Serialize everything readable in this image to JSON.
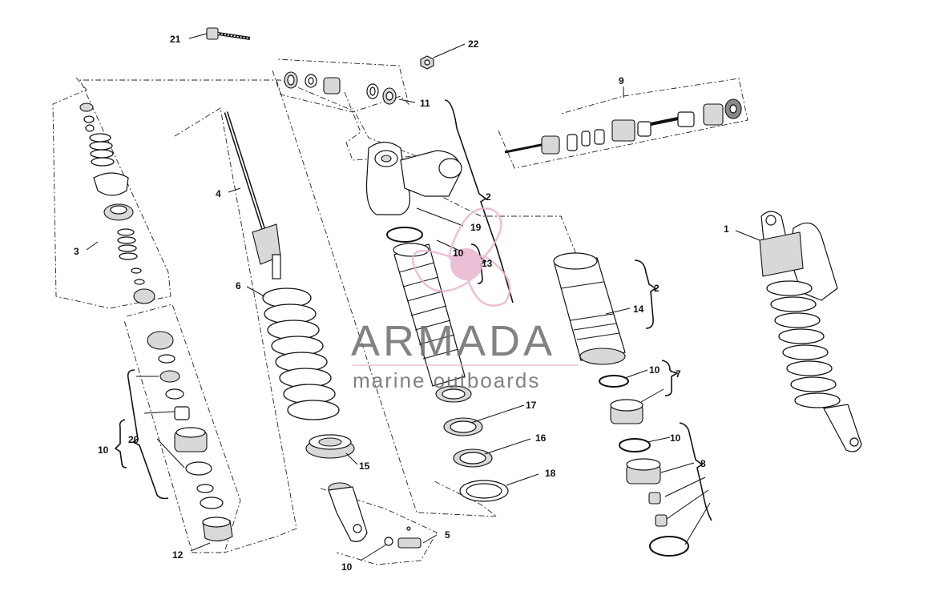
{
  "watermark": {
    "title": "ARMADA",
    "subtitle": "marine outboards",
    "accent_color": "#e8b4cf",
    "text_color": "#6d6d6d",
    "logo_icon": "propeller-logo-icon"
  },
  "labels": {
    "l21": "21",
    "l22": "22",
    "l9": "9",
    "l11": "11",
    "l3": "3",
    "l4": "4",
    "l2a": "2",
    "l19": "19",
    "l10a": "10",
    "l13": "13",
    "l1": "1",
    "l6": "6",
    "l2b": "2",
    "l14": "14",
    "l10b": "10",
    "l7": "7",
    "l17": "17",
    "l20": "20",
    "l10c": "10",
    "l16": "16",
    "l10d": "10",
    "l8": "8",
    "l15": "15",
    "l18": "18",
    "l5": "5",
    "l12": "12",
    "l10e": "10"
  }
}
